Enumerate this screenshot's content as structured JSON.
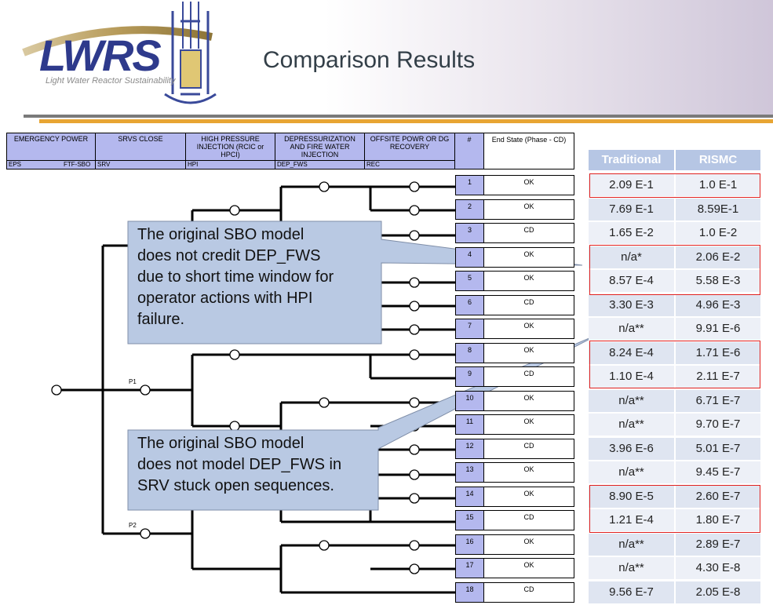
{
  "header": {
    "title": "Comparison Results",
    "logo_text": "LWRS",
    "logo_subtitle": "Light Water Reactor Sustainability"
  },
  "event_tree": {
    "columns": [
      {
        "title": "EMERGENCY POWER",
        "code": "EPS",
        "code2": "FTF-SBO"
      },
      {
        "title": "SRVS CLOSE",
        "code": "SRV"
      },
      {
        "title": "HIGH PRESSURE INJECTION (RCIC or HPCI)",
        "code": "HPI"
      },
      {
        "title": "DEPRESSURIZATION AND FIRE WATER INJECTION",
        "code": "DEP_FWS"
      },
      {
        "title": "OFFSITE POWR OR DG RECOVERY",
        "code": "REC"
      },
      {
        "title": "#"
      }
    ],
    "end_state_header": "End State (Phase - CD)",
    "branch_labels": {
      "p1": "P1",
      "p2": "P2"
    },
    "sequences": [
      {
        "num": "1",
        "end": "OK"
      },
      {
        "num": "2",
        "end": "OK"
      },
      {
        "num": "3",
        "end": "CD"
      },
      {
        "num": "4",
        "end": "OK"
      },
      {
        "num": "5",
        "end": "OK"
      },
      {
        "num": "6",
        "end": "CD"
      },
      {
        "num": "7",
        "end": "OK"
      },
      {
        "num": "8",
        "end": "OK"
      },
      {
        "num": "9",
        "end": "CD"
      },
      {
        "num": "10",
        "end": "OK"
      },
      {
        "num": "11",
        "end": "OK"
      },
      {
        "num": "12",
        "end": "CD"
      },
      {
        "num": "13",
        "end": "OK"
      },
      {
        "num": "14",
        "end": "OK"
      },
      {
        "num": "15",
        "end": "CD"
      },
      {
        "num": "16",
        "end": "OK"
      },
      {
        "num": "17",
        "end": "OK"
      },
      {
        "num": "18",
        "end": "CD"
      }
    ]
  },
  "results": {
    "headers": [
      "Traditional",
      "RISMC"
    ],
    "rows": [
      [
        "2.09 E-1",
        "1.0 E-1"
      ],
      [
        "7.69 E-1",
        "8.59E-1"
      ],
      [
        "1.65 E-2",
        "1.0 E-2"
      ],
      [
        "n/a*",
        "2.06 E-2"
      ],
      [
        "8.57 E-4",
        "5.58 E-3"
      ],
      [
        "3.30 E-3",
        "4.96 E-3"
      ],
      [
        "n/a**",
        "9.91 E-6"
      ],
      [
        "8.24 E-4",
        "1.71 E-6"
      ],
      [
        "1.10 E-4",
        "2.11 E-7"
      ],
      [
        "n/a**",
        "6.71 E-7"
      ],
      [
        "n/a**",
        "9.70 E-7"
      ],
      [
        "3.96 E-6",
        "5.01 E-7"
      ],
      [
        "n/a**",
        "9.45 E-7"
      ],
      [
        "8.90 E-5",
        "2.60 E-7"
      ],
      [
        "1.21 E-4",
        "1.80 E-7"
      ],
      [
        "n/a**",
        "2.89 E-7"
      ],
      [
        "n/a**",
        "4.30 E-8"
      ],
      [
        "9.56 E-7",
        "2.05 E-8"
      ]
    ]
  },
  "callouts": {
    "first": [
      "The original SBO model",
      "does not credit DEP_FWS",
      "due to short time window for",
      "operator actions with HPI",
      "failure."
    ],
    "second": [
      "The original SBO model",
      "does not model DEP_FWS in",
      "SRV stuck open sequences."
    ]
  },
  "colors": {
    "header_fill": "#b4b8ee",
    "table_head": "#b6c6e4",
    "row_a": "#edf0f7",
    "row_b": "#dfe5f1",
    "callout_fill": "#b9c9e3",
    "highlight": "#e0201f",
    "accent_gold": "#e8a533"
  }
}
